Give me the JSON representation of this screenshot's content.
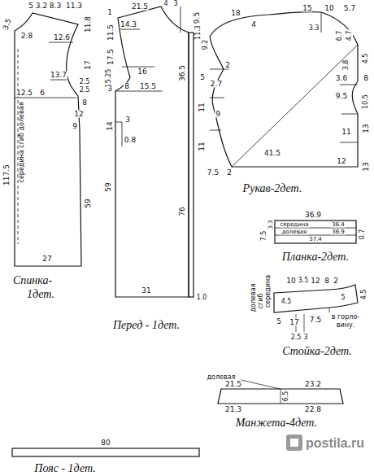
{
  "diagram": {
    "labels": [
      "5",
      "3.2",
      "8.3",
      "11.3",
      "3.5",
      "2.8",
      "12.6",
      "11.8",
      "17",
      "13.7",
      "2.5",
      "12.5",
      "6",
      "2.5",
      "8",
      "12",
      "9",
      "117.5",
      "середина сгиб долевая",
      "59",
      "27",
      "Спинка-",
      "1дет.",
      "21.5",
      "1",
      "4",
      "3",
      "11.5",
      "14.3",
      "9.5",
      "17.5",
      "16",
      "15.25",
      "3",
      "15.5",
      "8",
      "36.5",
      "3",
      "14",
      "0.8",
      "59",
      "76",
      "31",
      "1.0",
      "Перед - 1дет.",
      "18",
      "15",
      "10",
      "5.7",
      "4",
      "3.3",
      "6.7",
      "4.7",
      "11.3",
      "9.2",
      "2",
      "5",
      "2.7",
      "11",
      "9",
      "11",
      "7.5",
      "2",
      "41.5",
      "3.8",
      "4.5",
      "3.6",
      "8",
      "9.5",
      "10.5",
      "13",
      "11",
      "12",
      "13",
      "Рукав-2дет.",
      "36.9",
      "середина",
      "36.4",
      "долевая",
      "36.9",
      "37.4",
      "7.5",
      "3.3",
      "0.7",
      "Планка-2дет.",
      "10",
      "3.5",
      "12",
      "8",
      "2",
      "4.5",
      "5",
      "17",
      "7.5",
      "5",
      "4.5",
      "2.5",
      "3",
      "в горло-",
      "вину.",
      "долевая",
      "сгиб",
      "середина",
      "Стойка-2дет.",
      "долевая",
      "21.5",
      "23.2",
      "6.5",
      "21.3",
      "22.8",
      "Манжета-4дет.",
      "80",
      "Пояс - 1дет.",
      "postila.ru"
    ]
  }
}
